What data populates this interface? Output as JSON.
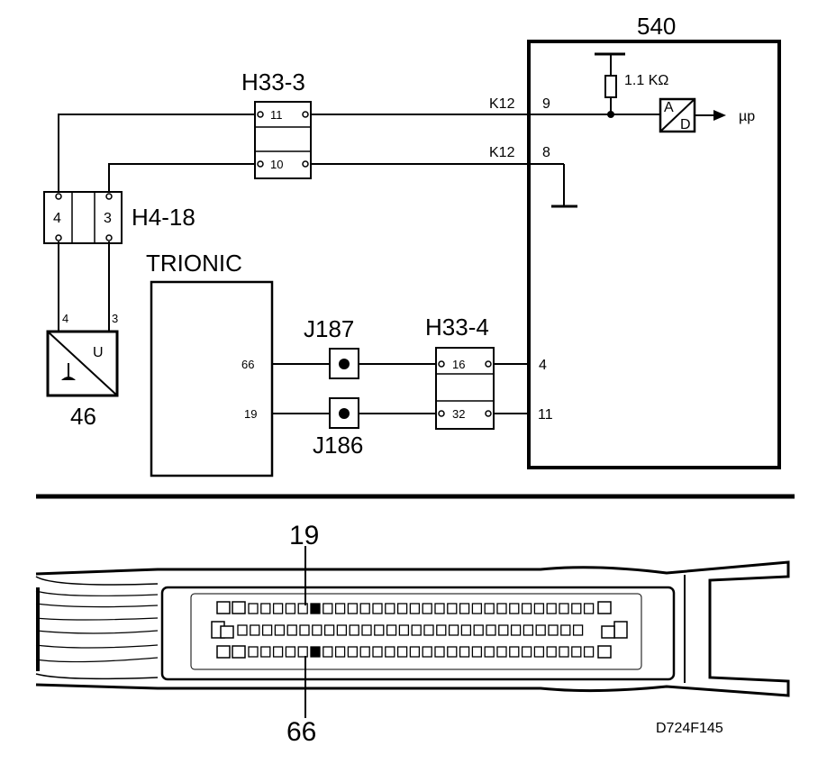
{
  "labels": {
    "ecu_540": "540",
    "resistor": "1.1 KΩ",
    "k12_top": "K12",
    "k12_bottom": "K12",
    "pin_9": "9",
    "pin_8": "8",
    "pin_4_ecu": "4",
    "pin_11_ecu": "11",
    "adc_a": "A",
    "adc_d": "D",
    "micro": "µp",
    "h33_3": "H33-3",
    "h33_3_pin_11": "11",
    "h33_3_pin_10": "10",
    "h4_18": "H4-18",
    "h4_18_pin_4": "4",
    "h4_18_pin_3": "3",
    "sensor_pin_4": "4",
    "sensor_pin_3": "3",
    "sensor_u": "U",
    "sensor_46": "46",
    "trionic": "TRIONIC",
    "trionic_pin_66": "66",
    "trionic_pin_19": "19",
    "j187": "J187",
    "j186": "J186",
    "h33_4": "H33-4",
    "h33_4_pin_16": "16",
    "h33_4_pin_32": "32",
    "connector_pin_19": "19",
    "connector_pin_66": "66",
    "figure_code": "D724F145"
  },
  "colors": {
    "ink": "#000000",
    "paper": "#ffffff"
  },
  "icons": [
    "ground-symbol",
    "ad-converter",
    "resistor",
    "position-sensor"
  ]
}
